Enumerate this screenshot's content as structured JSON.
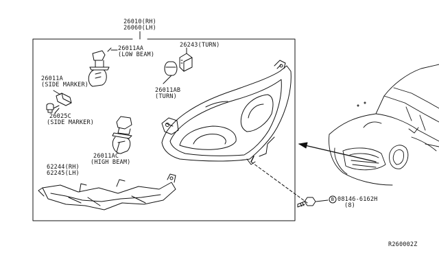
{
  "header_part": {
    "rh": "26010(RH)",
    "lh": "26060(LH)"
  },
  "callouts": {
    "low_beam_bulb": {
      "part": "26011AA",
      "desc": "(LOW BEAM)"
    },
    "turn_bulb": {
      "part": "26243(TURN)"
    },
    "turn_socket": {
      "part": "26011AB",
      "desc": "(TURN)"
    },
    "side_marker_socket": {
      "part": "26011A",
      "desc": "(SIDE MARKER)"
    },
    "side_marker_bulb": {
      "part": "26025C",
      "desc": "(SIDE MARKER)"
    },
    "high_beam_bulb": {
      "part": "26011AC",
      "desc": "(HIGH BEAM)"
    },
    "bracket": {
      "rh": "62244(RH)",
      "lh": "62245(LH)"
    },
    "bolt": {
      "symbol": "B",
      "part": "08146-6162H",
      "qty": "(8)"
    }
  },
  "diagram_code": "R260002Z"
}
